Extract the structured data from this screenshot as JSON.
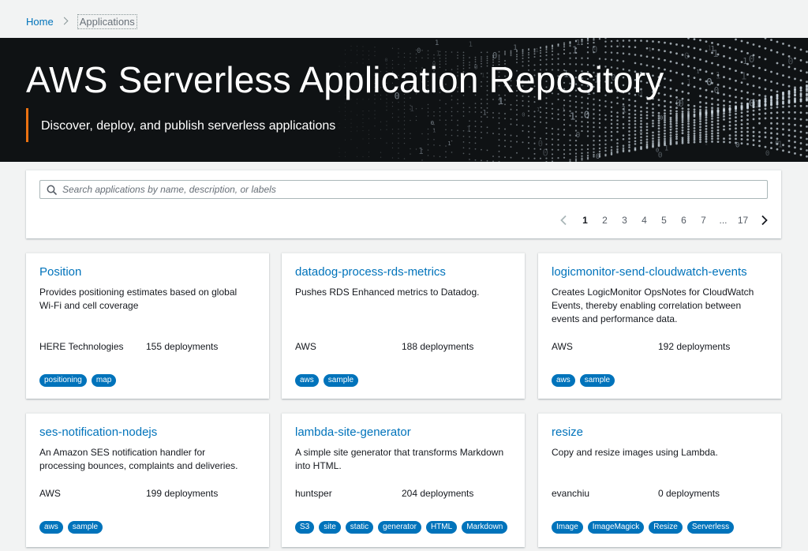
{
  "breadcrumb": {
    "home": "Home",
    "current": "Applications"
  },
  "hero": {
    "title": "AWS Serverless Application Repository",
    "subtitle": "Discover, deploy, and publish serverless applications"
  },
  "search": {
    "placeholder": "Search applications by name, description, or labels",
    "value": ""
  },
  "pagination": {
    "pages": [
      "1",
      "2",
      "3",
      "4",
      "5",
      "6",
      "7"
    ],
    "ellipsis": "...",
    "last": "17",
    "current": "1"
  },
  "apps": [
    {
      "name": "Position",
      "description": "Provides positioning estimates based on global Wi-Fi and cell coverage",
      "publisher": "HERE Technologies",
      "deployments": "155 deployments",
      "tags": [
        "positioning",
        "map"
      ]
    },
    {
      "name": "datadog-process-rds-metrics",
      "description": "Pushes RDS Enhanced metrics to Datadog.",
      "publisher": "AWS",
      "deployments": "188 deployments",
      "tags": [
        "aws",
        "sample"
      ]
    },
    {
      "name": "logicmonitor-send-cloudwatch-events",
      "description": "Creates LogicMonitor OpsNotes for CloudWatch Events, thereby enabling correlation between events and performance data.",
      "publisher": "AWS",
      "deployments": "192 deployments",
      "tags": [
        "aws",
        "sample"
      ]
    },
    {
      "name": "ses-notification-nodejs",
      "description": "An Amazon SES notification handler for processing bounces, complaints and deliveries.",
      "publisher": "AWS",
      "deployments": "199 deployments",
      "tags": [
        "aws",
        "sample"
      ]
    },
    {
      "name": "lambda-site-generator",
      "description": "A simple site generator that transforms Markdown into HTML.",
      "publisher": "huntsper",
      "deployments": "204 deployments",
      "tags": [
        "S3",
        "site",
        "static",
        "generator",
        "HTML",
        "Markdown"
      ]
    },
    {
      "name": "resize",
      "description": "Copy and resize images using Lambda.",
      "publisher": "evanchiu",
      "deployments": "0 deployments",
      "tags": [
        "Image",
        "ImageMagick",
        "Resize",
        "Serverless"
      ]
    }
  ],
  "colors": {
    "link": "#0073bb",
    "tag_bg": "#0073bb",
    "accent": "#ec7211",
    "hero_bg": "#0f1214",
    "page_bg": "#f2f3f3"
  }
}
